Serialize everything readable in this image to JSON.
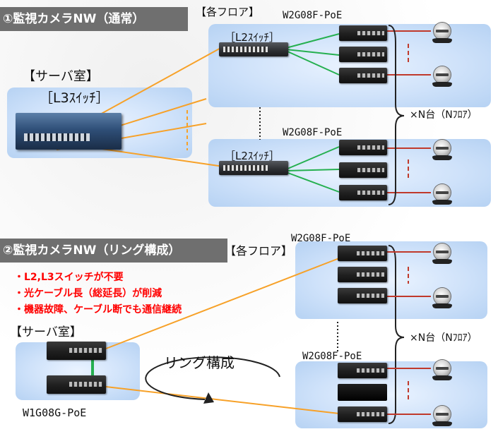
{
  "section1": {
    "title": "①監視カメラNW（通常）",
    "floor_label": "【各フロア】",
    "server_room_label": "【サーバ室】",
    "l3_label": "［L3ｽｲｯﾁ］",
    "l2_label": "［L2ｽｲｯﾁ］",
    "poe_label": "W2G08F-PoE",
    "count_label": "×N台（Nﾌﾛｱ）"
  },
  "section2": {
    "title": "②監視カメラNW（リング構成）",
    "floor_label": "【各フロア】",
    "bullets": [
      "・L2,L3スイッチが不要",
      "・光ケーブル長（総延長）が削減",
      "・機器故障、ケーブル断でも通信継続"
    ],
    "server_room_label": "【サーバ室】",
    "poe_label": "W2G08F-PoE",
    "ring_label": "リング構成",
    "server_switch_label": "W1G08G-PoE",
    "count_label": "×N台（Nﾌﾛｱ）"
  },
  "colors": {
    "fiber": "#f7a128",
    "utp": "#26b050",
    "camera_line": "#c0392b",
    "panel": "#c6dcf6",
    "title_bar": "#6f6f6f",
    "bullet_text": "#ff0000"
  },
  "icons": [
    "l3-switch-icon",
    "l2-switch-icon",
    "poe-switch-icon",
    "camera-icon",
    "brace-icon",
    "ring-arrow-icon"
  ]
}
